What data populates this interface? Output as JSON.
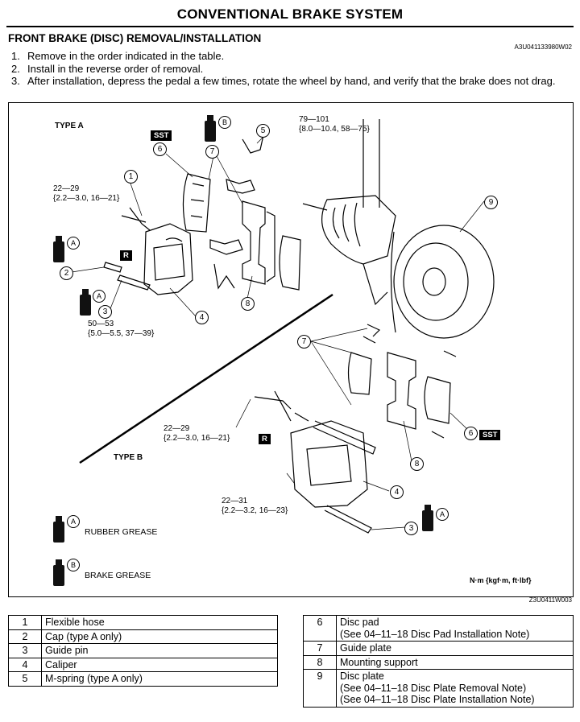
{
  "header": {
    "title": "CONVENTIONAL BRAKE SYSTEM",
    "section": "FRONT BRAKE (DISC) REMOVAL/INSTALLATION",
    "doc_code": "A3U041133980W02"
  },
  "steps": [
    {
      "n": "1.",
      "text": "Remove in the order indicated in the table."
    },
    {
      "n": "2.",
      "text": "Install in the reverse order of removal."
    },
    {
      "n": "3.",
      "text": "After installation, depress the pedal a few times, rotate the wheel by hand, and verify that the brake does not drag."
    }
  ],
  "figure": {
    "type_a": "TYPE A",
    "type_b": "TYPE B",
    "sst": "SST",
    "r_mark": "R",
    "torque_1": {
      "l1": "79—101",
      "l2": "{8.0—10.4, 58—75}"
    },
    "torque_2": {
      "l1": "22—29",
      "l2": "{2.2—3.0, 16—21}"
    },
    "torque_3": {
      "l1": "50—53",
      "l2": "{5.0—5.5, 37—39}"
    },
    "torque_4": {
      "l1": "22—29",
      "l2": "{2.2—3.0, 16—21}"
    },
    "torque_5": {
      "l1": "22—31",
      "l2": "{2.2—3.2, 16—23}"
    },
    "units": "N·m {kgf·m, ft·lbf}",
    "grease_a_letter": "A",
    "grease_b_letter": "B",
    "grease_a_label": "RUBBER GREASE",
    "grease_b_label": "BRAKE GREASE",
    "callouts": [
      "1",
      "2",
      "3",
      "4",
      "5",
      "6",
      "7",
      "8",
      "9"
    ],
    "figure_code": "Z3U0411W003"
  },
  "parts_left": [
    {
      "num": "1",
      "name": "Flexible hose"
    },
    {
      "num": "2",
      "name": "Cap (type A only)"
    },
    {
      "num": "3",
      "name": "Guide pin"
    },
    {
      "num": "4",
      "name": "Caliper"
    },
    {
      "num": "5",
      "name": "M-spring (type A only)"
    }
  ],
  "parts_right": [
    {
      "num": "6",
      "name": "Disc pad",
      "note1": "(See 04–11–18 Disc Pad Installation Note)"
    },
    {
      "num": "7",
      "name": "Guide plate"
    },
    {
      "num": "8",
      "name": "Mounting support"
    },
    {
      "num": "9",
      "name": "Disc plate",
      "note1": "(See 04–11–18 Disc Plate Removal Note)",
      "note2": "(See 04–11–18 Disc Plate Installation Note)"
    }
  ]
}
